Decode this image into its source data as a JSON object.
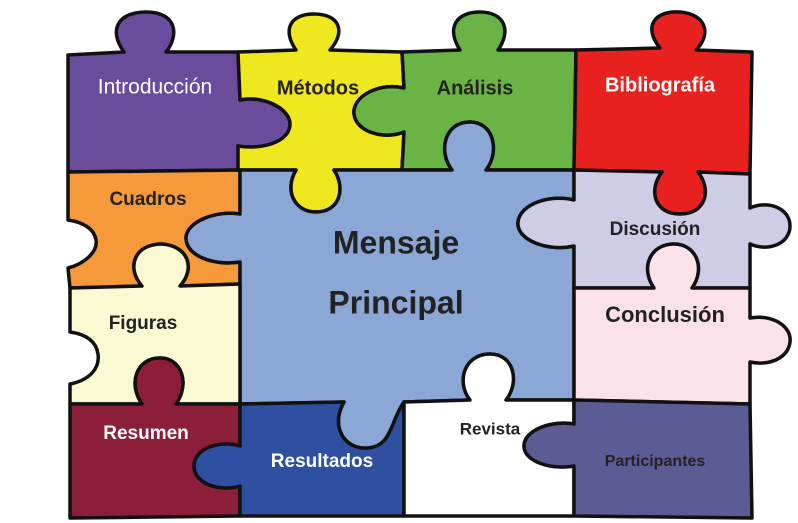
{
  "pieces": [
    {
      "key": "introduccion",
      "label": "Introducción",
      "color": "#6a4c9c"
    },
    {
      "key": "metodos",
      "label": "Métodos",
      "color": "#f0e81e"
    },
    {
      "key": "analisis",
      "label": "Análisis",
      "color": "#6ab446"
    },
    {
      "key": "bibliografia",
      "label": "Bibliografía",
      "color": "#e8201e"
    },
    {
      "key": "cuadros",
      "label": "Cuadros",
      "color": "#f5993a"
    },
    {
      "key": "mensaje",
      "label_line1": "Mensaje",
      "label_line2": "Principal",
      "color": "#8ba7d5"
    },
    {
      "key": "discusion",
      "label": "Discusión",
      "color": "#cfcde6"
    },
    {
      "key": "figuras",
      "label": "Figuras",
      "color": "#fafad2"
    },
    {
      "key": "conclusion",
      "label": "Conclusión",
      "color": "#fbe2ea"
    },
    {
      "key": "resumen",
      "label": "Resumen",
      "color": "#8c1e3a"
    },
    {
      "key": "resultados",
      "label": "Resultados",
      "color": "#2f50a0"
    },
    {
      "key": "revista",
      "label": "Revista",
      "color": "#ffffff"
    },
    {
      "key": "participantes",
      "label": "Participantes",
      "color": "#5c5c94"
    }
  ]
}
